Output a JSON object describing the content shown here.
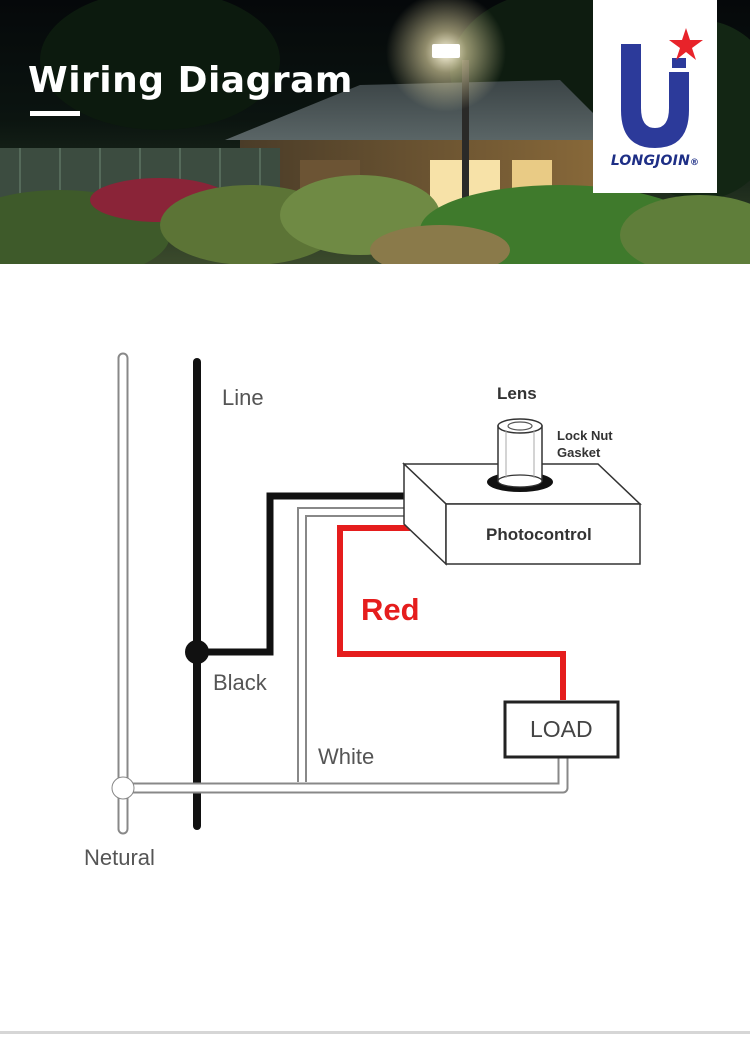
{
  "banner": {
    "title": "Wiring Diagram"
  },
  "logo": {
    "brand": "LONGJOIN",
    "mark": "®",
    "colors": {
      "letter": "#2c3a9a",
      "star": "#e8232a"
    }
  },
  "diagram": {
    "labels": {
      "line": "Line",
      "lens": "Lens",
      "lock_nut": "Lock Nut",
      "gasket": "Gasket",
      "photocontrol": "Photocontrol",
      "red": "Red",
      "black": "Black",
      "load": "LOAD",
      "white": "White",
      "neutral": "Netural"
    },
    "colors": {
      "red_wire": "#e51d1d",
      "black_wire": "#111111",
      "white_wire": "#ffffff"
    }
  }
}
